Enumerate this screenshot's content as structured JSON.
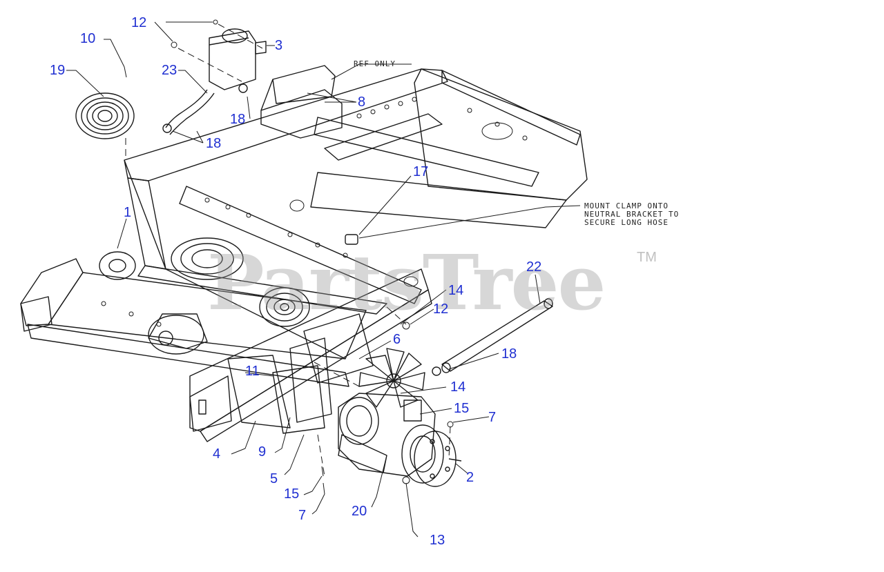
{
  "diagram": {
    "callouts": [
      {
        "id": "c1",
        "text": "12"
      },
      {
        "id": "c2",
        "text": "3"
      },
      {
        "id": "c3",
        "text": "10"
      },
      {
        "id": "c4",
        "text": "19"
      },
      {
        "id": "c5",
        "text": "23"
      },
      {
        "id": "c6",
        "text": "8"
      },
      {
        "id": "c7",
        "text": "18"
      },
      {
        "id": "c8",
        "text": "18"
      },
      {
        "id": "c9",
        "text": "17"
      },
      {
        "id": "c10",
        "text": "1"
      },
      {
        "id": "c11",
        "text": "22"
      },
      {
        "id": "c12",
        "text": "14"
      },
      {
        "id": "c13",
        "text": "12"
      },
      {
        "id": "c14",
        "text": "6"
      },
      {
        "id": "c15",
        "text": "18"
      },
      {
        "id": "c16",
        "text": "11"
      },
      {
        "id": "c17",
        "text": "14"
      },
      {
        "id": "c18",
        "text": "15"
      },
      {
        "id": "c19",
        "text": "7"
      },
      {
        "id": "c20",
        "text": "4"
      },
      {
        "id": "c21",
        "text": "9"
      },
      {
        "id": "c22",
        "text": "5"
      },
      {
        "id": "c23",
        "text": "2"
      },
      {
        "id": "c24",
        "text": "15"
      },
      {
        "id": "c25",
        "text": "20"
      },
      {
        "id": "c26",
        "text": "7"
      },
      {
        "id": "c27",
        "text": "13"
      }
    ],
    "notes": {
      "ref_only": "REF ONLY",
      "mount_clamp": "MOUNT CLAMP ONTO\nNEUTRAL BRACKET TO\nSECURE LONG HOSE"
    },
    "watermark": "PartsTree",
    "trademark": "TM",
    "colors": {
      "callout": "#1f2fd1",
      "line": "#1a1a1a",
      "watermark": "#969696"
    }
  }
}
